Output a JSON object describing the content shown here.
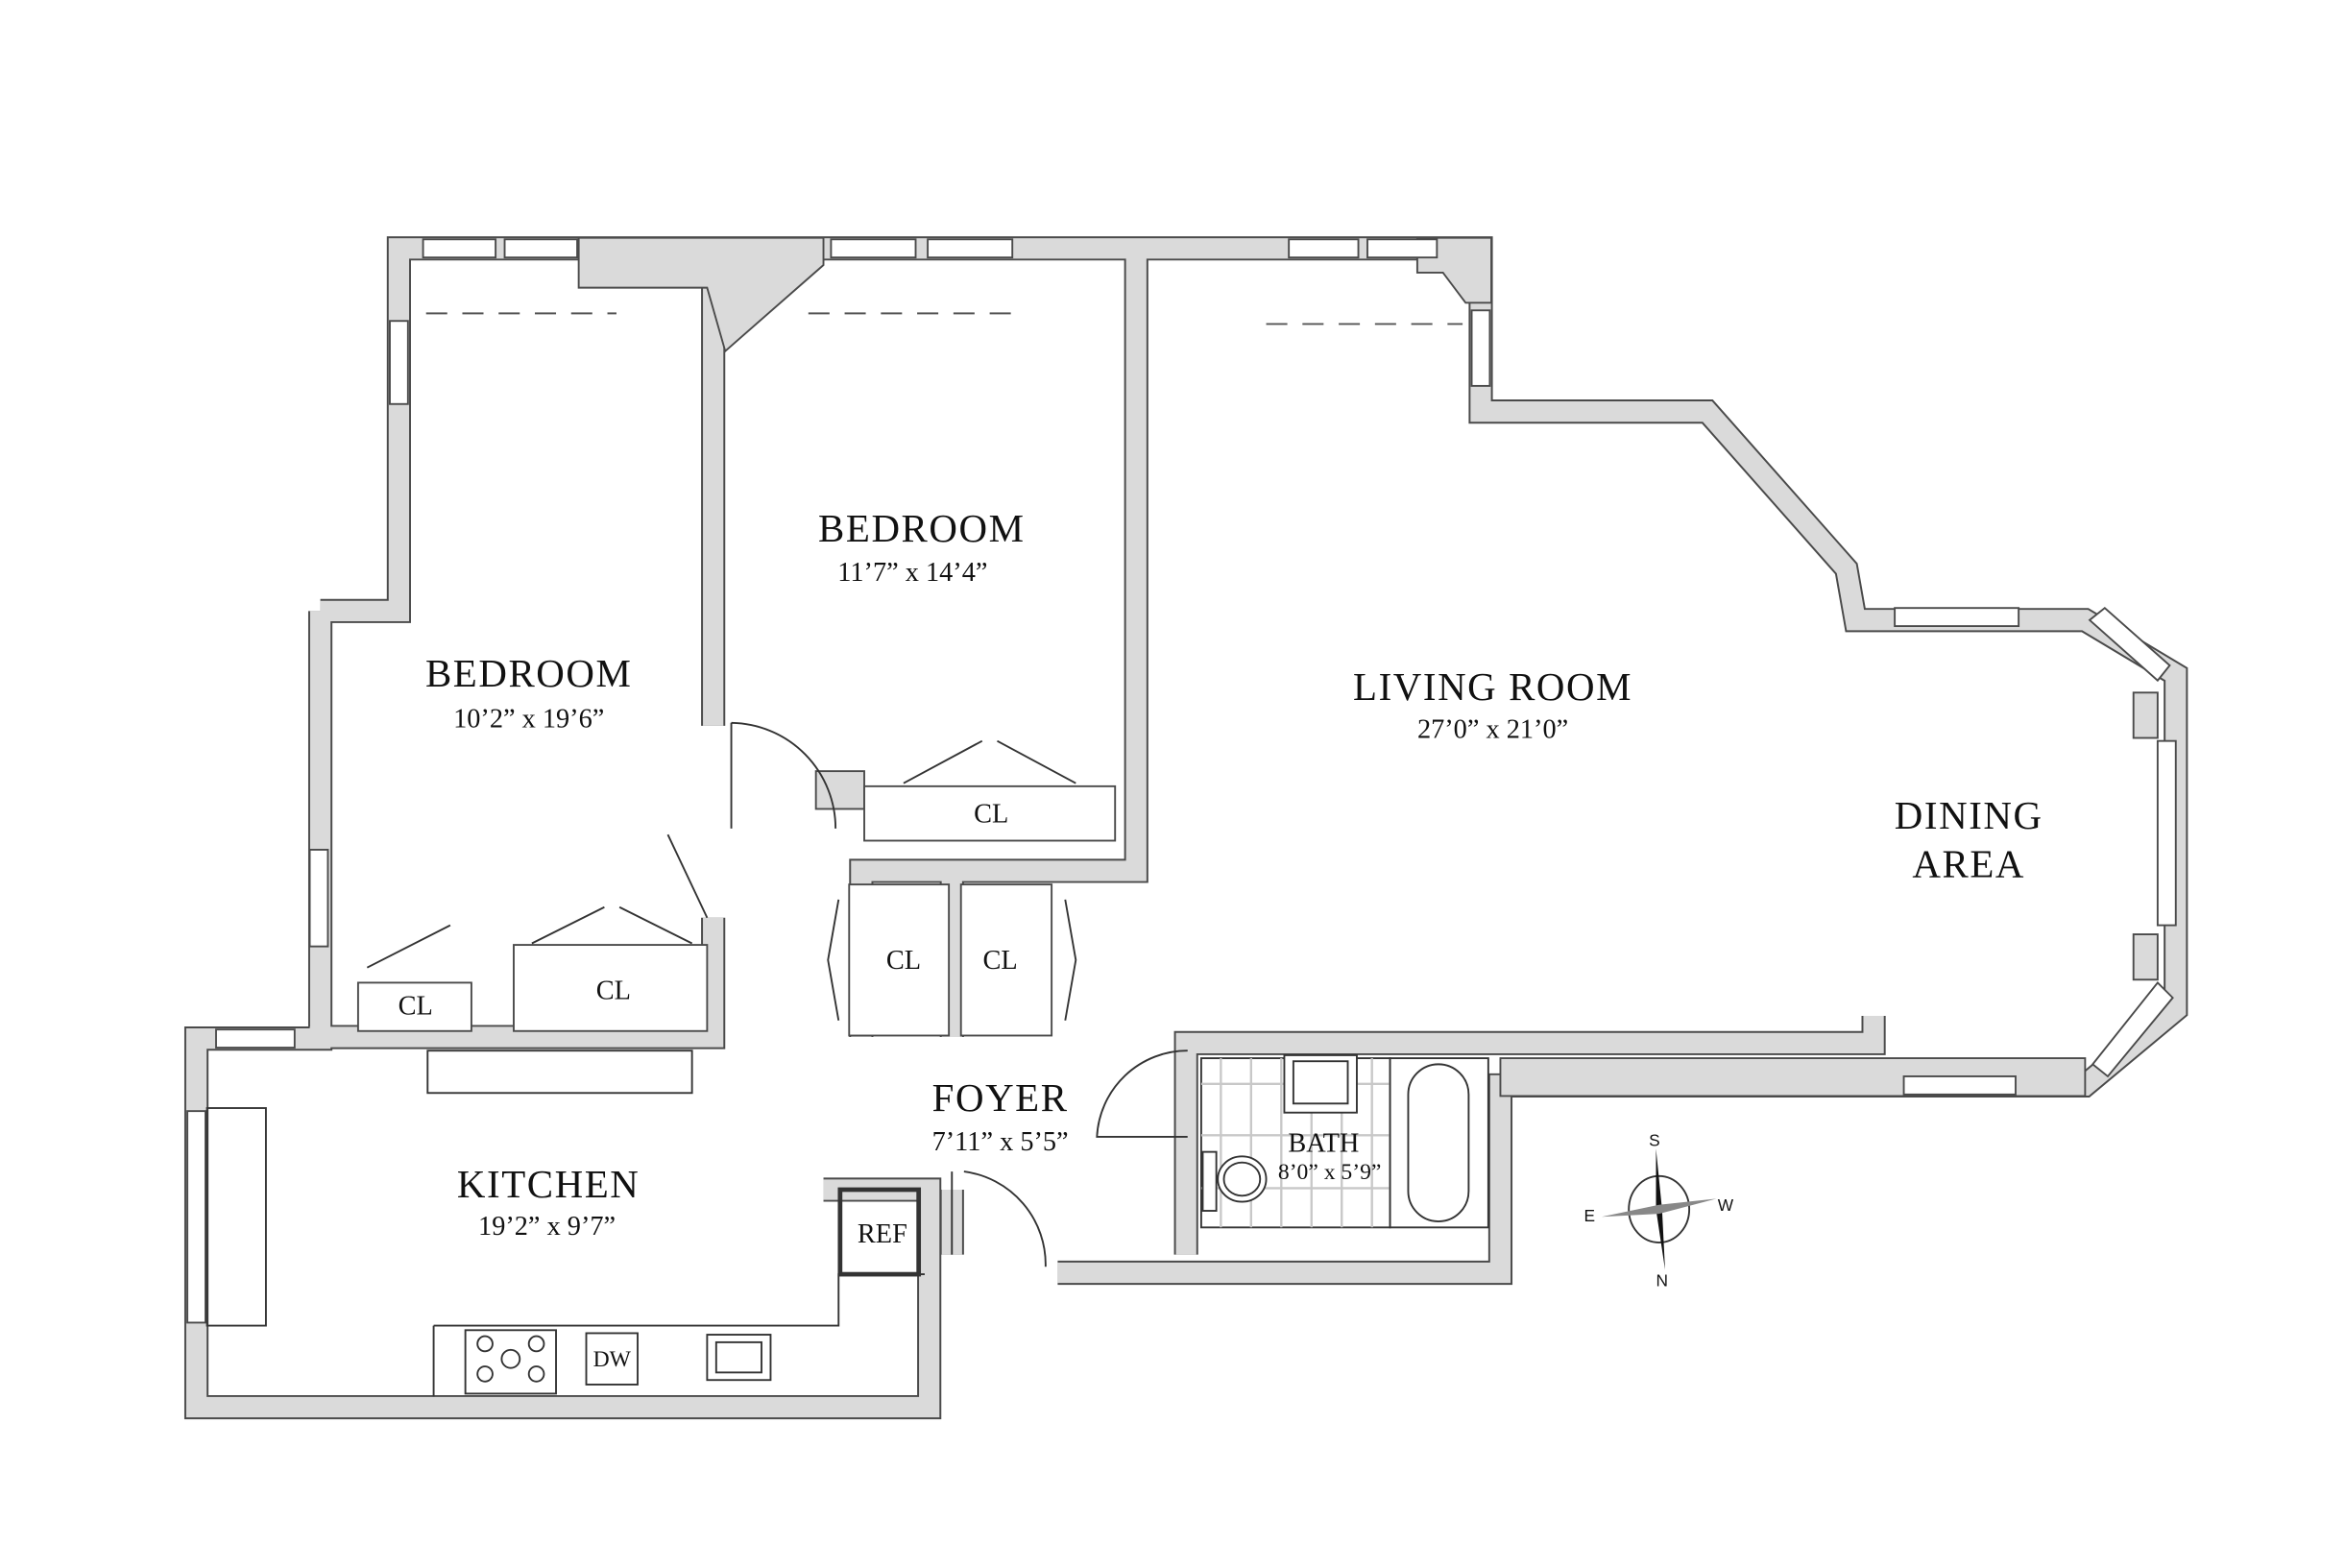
{
  "rooms": {
    "bedroom_1": {
      "name": "BEDROOM",
      "dims": "10’2” x 19’6”"
    },
    "bedroom_2": {
      "name": "BEDROOM",
      "dims": "11’7” x 14’4”"
    },
    "living_room": {
      "name": "LIVING ROOM",
      "dims": "27’0” x 21’0”"
    },
    "dining_area": {
      "name_line1": "DINING",
      "name_line2": "AREA"
    },
    "kitchen": {
      "name": "KITCHEN",
      "dims": "19’2” x 9’7”"
    },
    "foyer": {
      "name": "FOYER",
      "dims": "7’11” x 5’5”"
    },
    "bath": {
      "name": "BATH",
      "dims": "8’0” x 5’9”"
    }
  },
  "closets": [
    "CL",
    "CL",
    "CL",
    "CL",
    "CL"
  ],
  "appliances": {
    "refrigerator": "REF",
    "dishwasher": "DW"
  },
  "compass": {
    "north": "N",
    "south": "S",
    "east": "E",
    "west": "W"
  },
  "colors": {
    "wall": "#dadada",
    "outline": "#4a4a4a"
  }
}
